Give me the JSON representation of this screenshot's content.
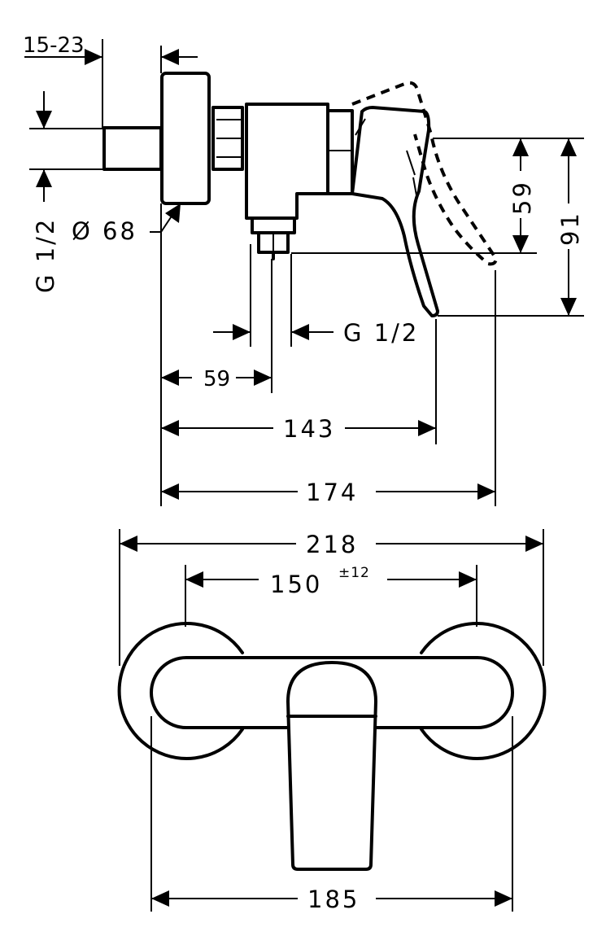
{
  "side_view": {
    "dim_wall_depth": "15-23",
    "dim_thread_left": "G 1/2",
    "dim_diameter": "Ø 68",
    "dim_thread_bottom": "G 1/2",
    "dim_outlet_offset": "59",
    "dim_depth_handle": "143",
    "dim_depth_total": "174",
    "dim_lever_height": "59",
    "dim_total_height": "91"
  },
  "front_view": {
    "dim_overall_width": "218",
    "dim_centres": "150",
    "dim_centres_tolerance": "±12",
    "dim_body_width": "185"
  }
}
